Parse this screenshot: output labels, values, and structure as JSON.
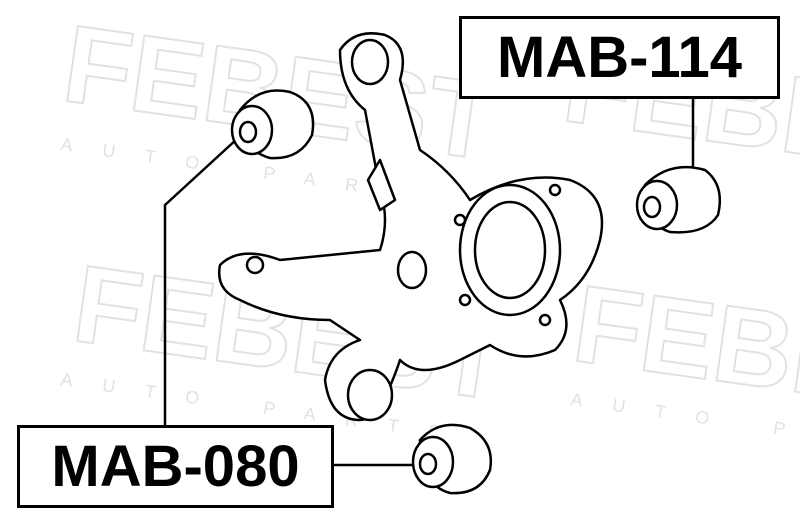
{
  "watermark": {
    "brand": "FEBEST",
    "tagline": "AUTO PARTS"
  },
  "labels": {
    "part_top_right": "MAB-114",
    "part_bottom_left": "MAB-080"
  },
  "colors": {
    "line": "#000000",
    "watermark": "#e2e2e2",
    "background": "#ffffff"
  }
}
